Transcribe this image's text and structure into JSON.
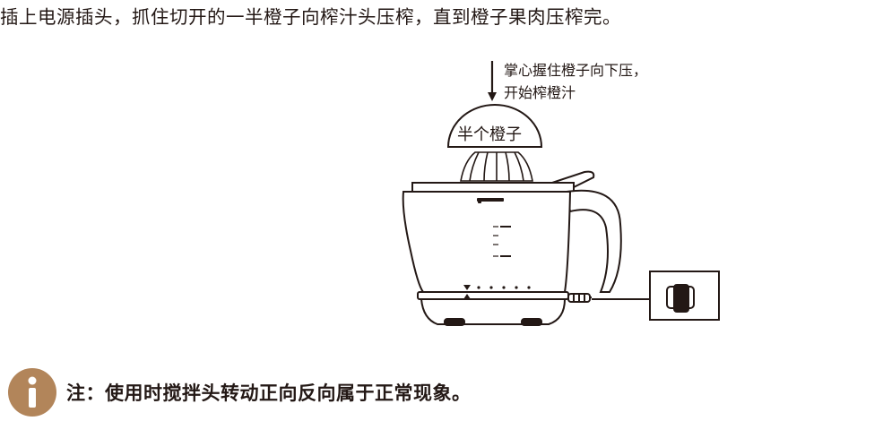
{
  "instruction": "插上电源插头，抓住切开的一半橙子向榨汁头压榨，直到橙子果肉压榨完。",
  "callout": {
    "line1": "掌心握住橙子向下压，",
    "line2": "开始榨橙汁"
  },
  "orange_label": "半个橙子",
  "note": {
    "icon": "info-icon",
    "text": "注：使用时搅拌头转动正向反向属于正常现象。",
    "accent_color": "#b2855a"
  }
}
